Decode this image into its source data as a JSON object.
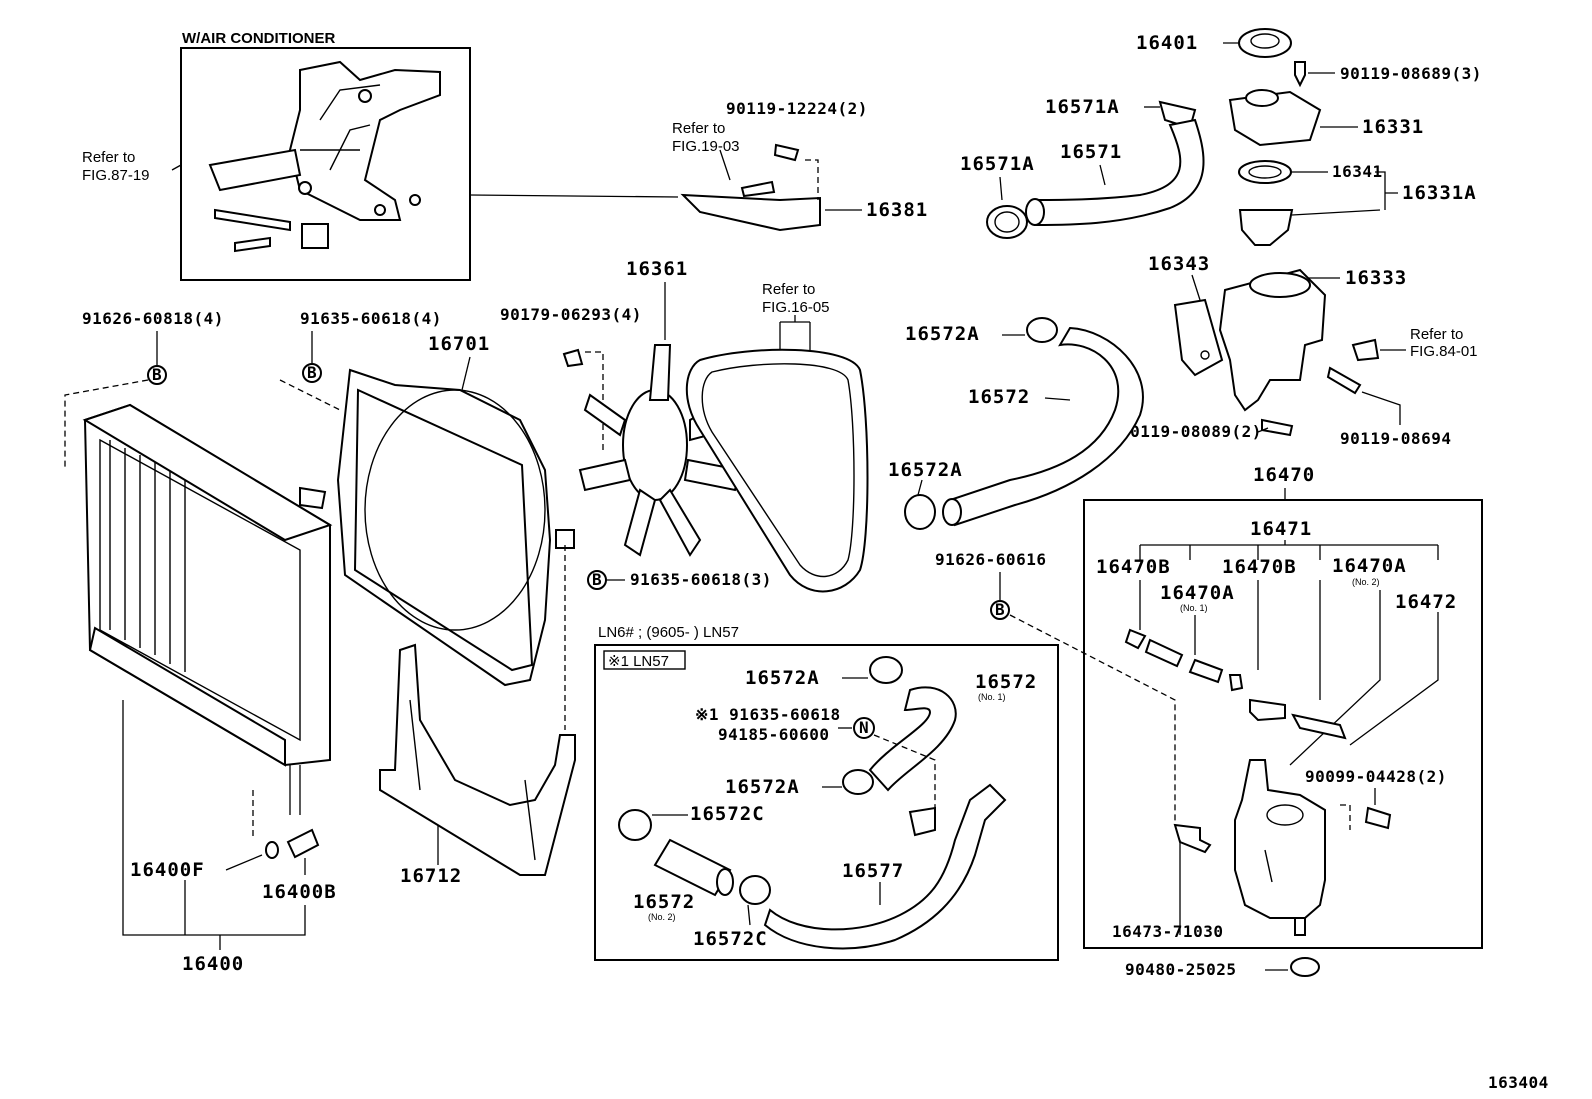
{
  "title_inset": "W/AIR CONDITIONER",
  "figure_number": "163404",
  "notes": {
    "refer_87_19": [
      "Refer to",
      "FIG.87-19"
    ],
    "refer_19_03": [
      "Refer to",
      "FIG.19-03"
    ],
    "refer_16_05": [
      "Refer to",
      "FIG.16-05"
    ],
    "refer_84_01": [
      "Refer to",
      "FIG.84-01"
    ],
    "ln_variant": "LN6# ; (9605-          ) LN57",
    "ln57_marker": "※1 LN57",
    "no1": "(No. 1)",
    "no2": "(No. 2)"
  },
  "callout_symbols": {
    "b": "B",
    "n": "N"
  },
  "parts": {
    "p16401": "16401",
    "p90119_08689": "90119-08689(3)",
    "p16571A_top": "16571A",
    "p16331": "16331",
    "p16571A_left": "16571A",
    "p16571": "16571",
    "p16341": "16341",
    "p16331A": "16331A",
    "p90119_12224": "90119-12224(2)",
    "p16381": "16381",
    "p16343": "16343",
    "p16333": "16333",
    "p16361": "16361",
    "p91626_60818": "91626-60818(4)",
    "p91635_60618_4": "91635-60618(4)",
    "p90179_06293": "90179-06293(4)",
    "p16701": "16701",
    "p16572A_1": "16572A",
    "p16572_main": "16572",
    "p90119_08089": "90119-08089(2)",
    "p90119_08694": "90119-08694",
    "p16572A_2": "16572A",
    "p16470": "16470",
    "p16471": "16471",
    "p91635_60618_3": "91635-60618(3)",
    "p91626_60616": "91626-60616",
    "p16470B_1": "16470B",
    "p16470B_2": "16470B",
    "p16470A_no2": "16470A",
    "p16470A_no1": "16470A",
    "p16472": "16472",
    "p16572A_ln1": "16572A",
    "p16572_no1": "16572",
    "p91635_60618_ln": "※1 91635-60618",
    "p94185_60600": "94185-60600",
    "p16572A_ln2": "16572A",
    "p16572C_1": "16572C",
    "p16577": "16577",
    "p16572_no2": "16572",
    "p16572C_2": "16572C",
    "p90099_04428": "90099-04428(2)",
    "p16400F": "16400F",
    "p16400B": "16400B",
    "p16712": "16712",
    "p16400": "16400",
    "p16473_71030": "16473-71030",
    "p90480_25025": "90480-25025"
  }
}
